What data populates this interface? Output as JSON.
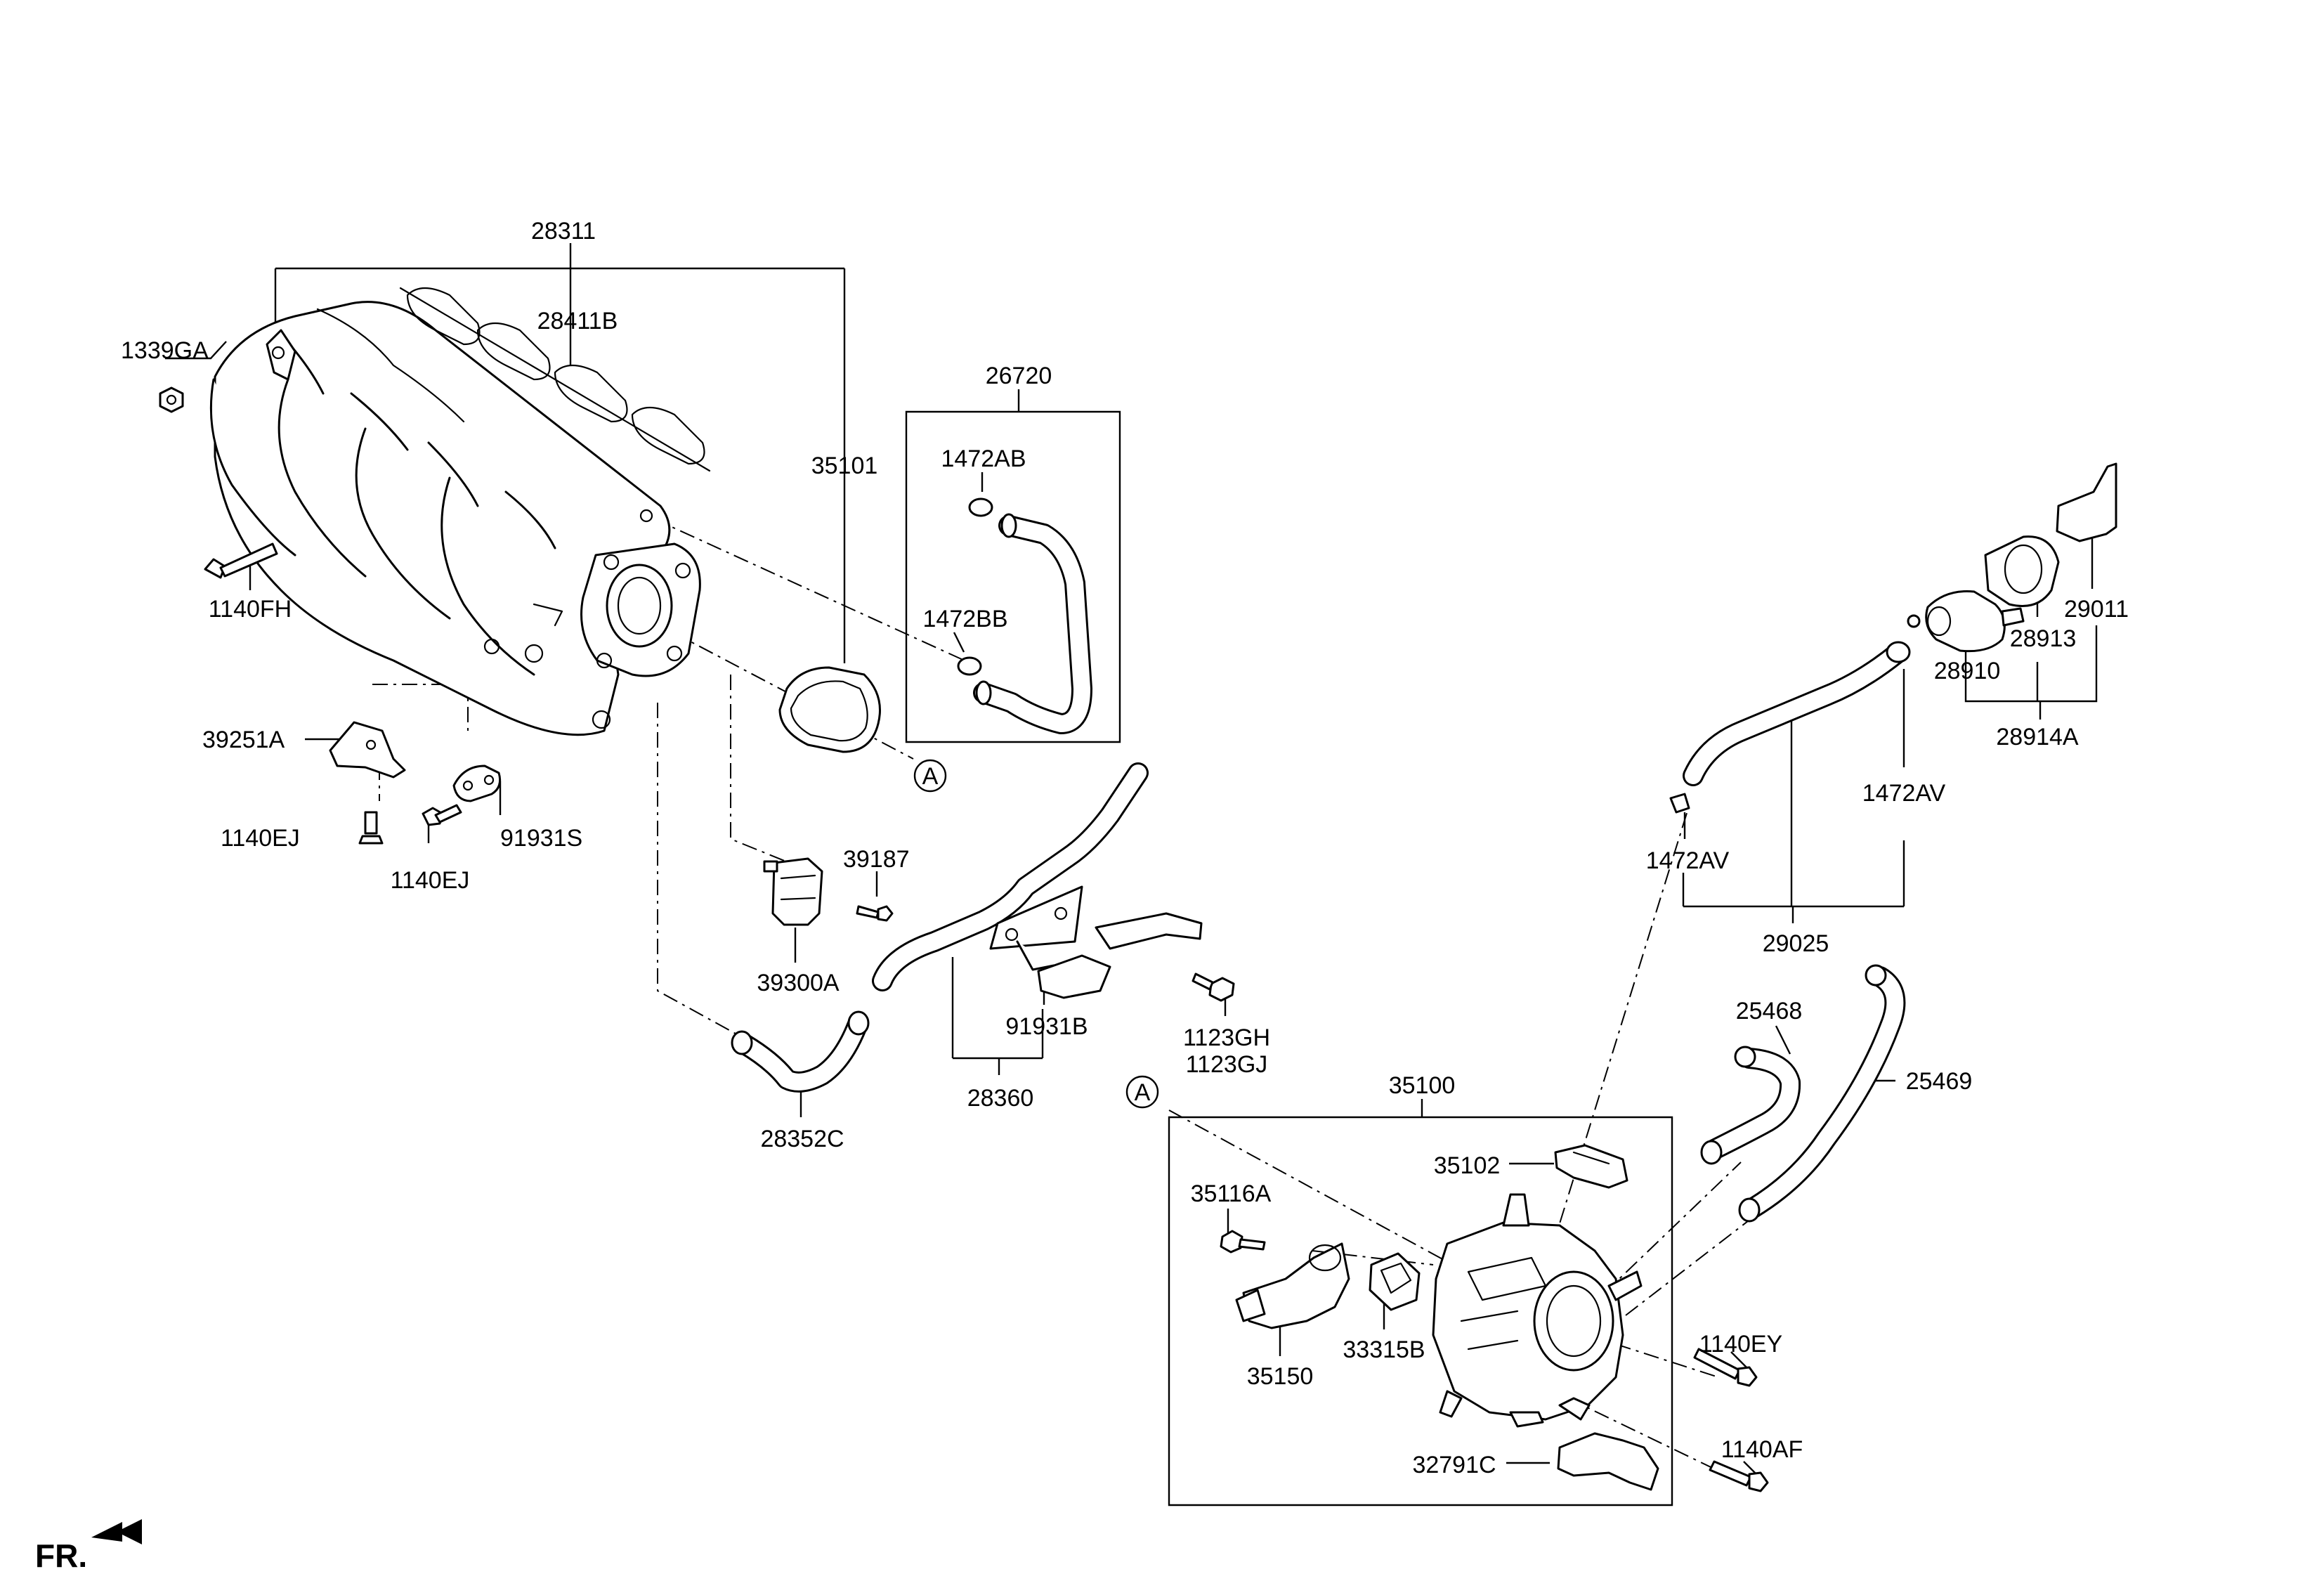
{
  "front_indicator": "FR.",
  "reference_marker": "A",
  "part_numbers": {
    "p28311": "28311",
    "p28411B": "28411B",
    "p1339GA": "1339GA",
    "p1140FH": "1140FH",
    "p35101": "35101",
    "p26720": "26720",
    "p1472AB": "1472AB",
    "p1472BB": "1472BB",
    "p39251A": "39251A",
    "p1140EJ_a": "1140EJ",
    "p1140EJ_b": "1140EJ",
    "p91931S": "91931S",
    "p39187": "39187",
    "p39300A": "39300A",
    "p28352C": "28352C",
    "p28360": "28360",
    "p91931B": "91931B",
    "p1123GH": "1123GH",
    "p1123GJ": "1123GJ",
    "p29011": "29011",
    "p28913": "28913",
    "p28910": "28910",
    "p28914A": "28914A",
    "p1472AV_a": "1472AV",
    "p1472AV_b": "1472AV",
    "p29025": "29025",
    "p25468": "25468",
    "p25469": "25469",
    "p35100": "35100",
    "p35102": "35102",
    "p35116A": "35116A",
    "p35150": "35150",
    "p33315B": "33315B",
    "p1140EY": "1140EY",
    "p1140AF": "1140AF",
    "p32791C": "32791C"
  },
  "icons": {
    "front_arrow": "arrow-icon",
    "ref_circle": "circle-marker-icon"
  },
  "colors": {
    "line": "#000000",
    "background": "#ffffff"
  }
}
